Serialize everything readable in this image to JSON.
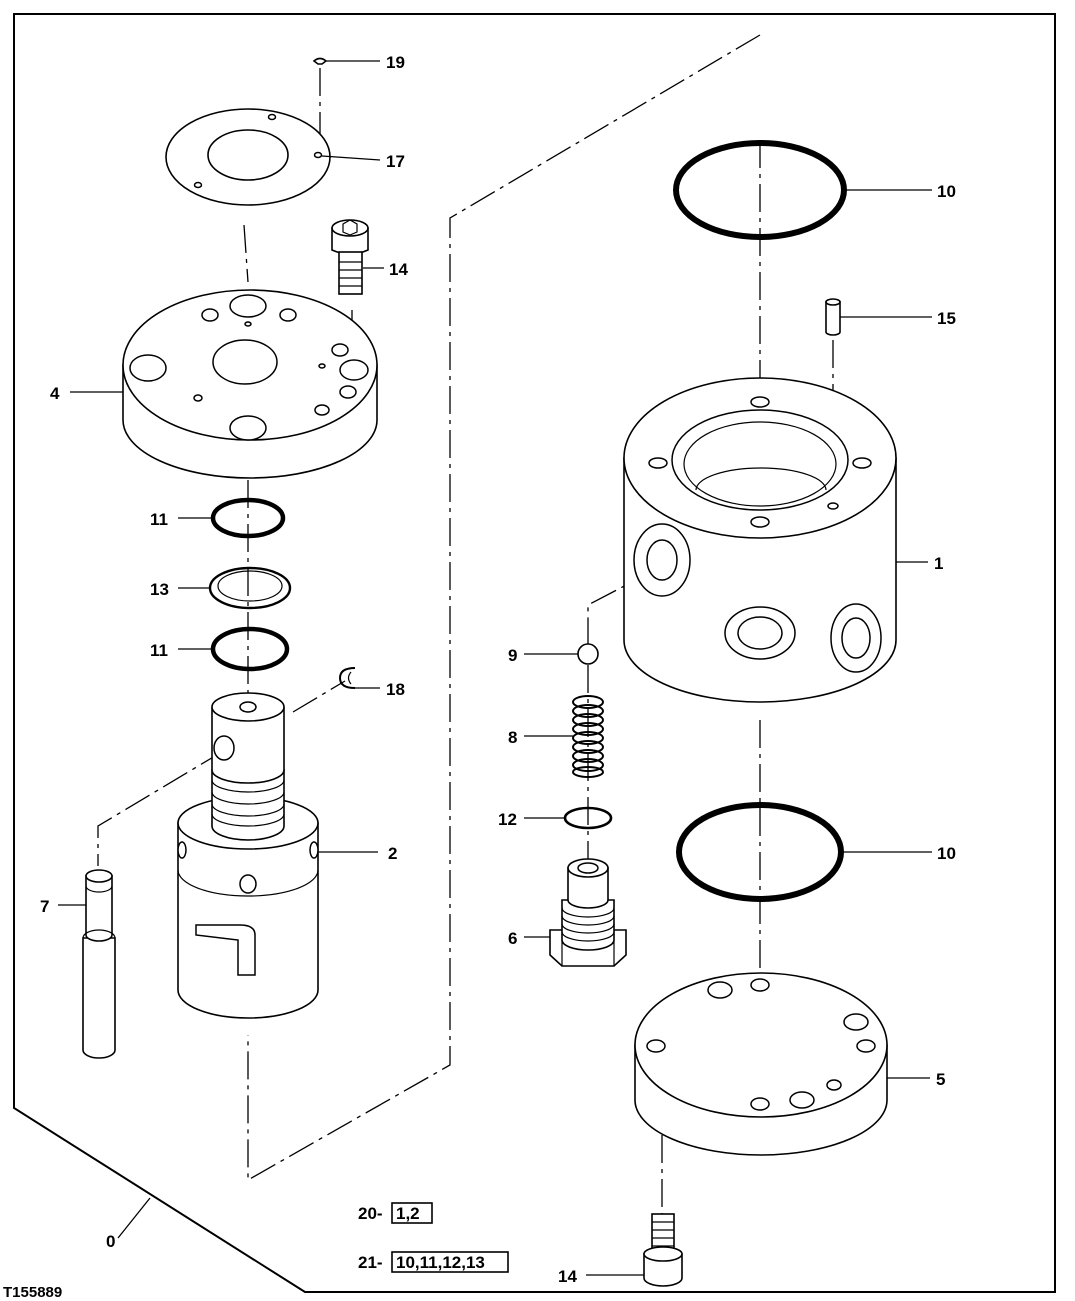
{
  "figure_id": "T155889",
  "callouts": {
    "c0": "0",
    "c1": "1",
    "c2": "2",
    "c4": "4",
    "c5": "5",
    "c6": "6",
    "c7": "7",
    "c8": "8",
    "c9": "9",
    "c10a": "10",
    "c10b": "10",
    "c11a": "11",
    "c11b": "11",
    "c12": "12",
    "c13": "13",
    "c14a": "14",
    "c14b": "14",
    "c15": "15",
    "c17": "17",
    "c18": "18",
    "c19": "19"
  },
  "kits": [
    {
      "number": "20-",
      "parts": "1,2"
    },
    {
      "number": "21-",
      "parts": "10,11,12,13"
    }
  ],
  "colors": {
    "line": "#000000",
    "background": "#ffffff"
  }
}
